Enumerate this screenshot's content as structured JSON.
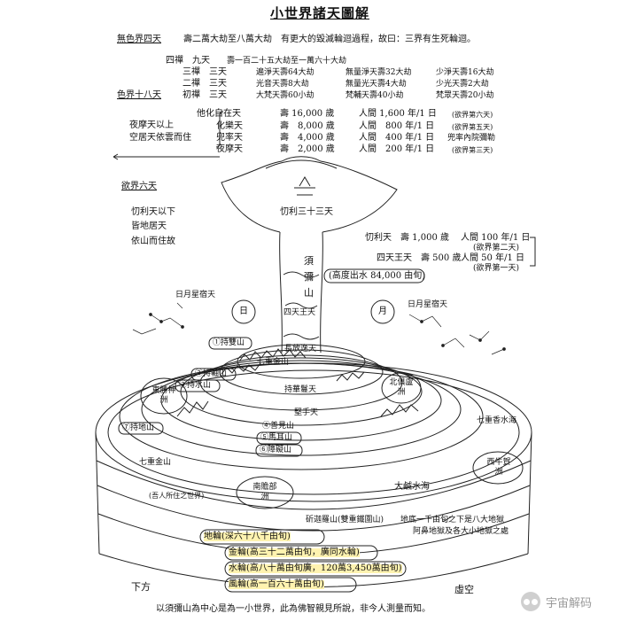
{
  "title": "小世界諸天圖解",
  "formless": {
    "label": "無色界四天",
    "text": "壽二萬大劫至八萬大劫　有更大的毀滅輪迴過程，故曰：三界有生死輪迴。"
  },
  "form_realm": {
    "label": "色界十八天",
    "rows": [
      {
        "name": "四禪　九天",
        "life": "壽一百二十五大劫至一萬六十大劫",
        "a": "",
        "b": ""
      },
      {
        "name": "三禪　三天",
        "life": "遍淨天壽64大劫",
        "a": "無量淨天壽32大劫",
        "b": "少淨天壽16大劫"
      },
      {
        "name": "二禪　三天",
        "life": "光音天壽8大劫",
        "a": "無量光天壽4大劫",
        "b": "少光天壽2大劫"
      },
      {
        "name": "初禪　三天",
        "life": "大梵天壽60小劫",
        "a": "梵輔天壽40小劫",
        "b": "梵眾天壽20小劫"
      }
    ]
  },
  "desire_upper": {
    "side_left_1": "夜摩天以上",
    "side_left_2": "空居天依雲而住",
    "rows": [
      {
        "name": "他化自在天",
        "life": "壽 16,000 歲",
        "human": "人間 1,600 年/1 日",
        "note": "(欲界第六天)"
      },
      {
        "name": "化樂天",
        "life": "壽　8,000 歲",
        "human": "人間　800 年/1 日",
        "note": "(欲界第五天)"
      },
      {
        "name": "兜率天",
        "life": "壽　4,000 歲",
        "human": "人間　400 年/1 日",
        "note": "兜率內院彌勒"
      },
      {
        "name": "夜摩天",
        "life": "壽　2,000 歲",
        "human": "人間　200 年/1 日",
        "note": "(欲界第三天)"
      }
    ]
  },
  "desire_six": {
    "label": "欲界六天",
    "left_1": "忉利天以下",
    "left_2": "皆地居天",
    "left_3": "依山而住故"
  },
  "trayastrimsa": {
    "name": "忉利三十三天",
    "row1": "忉利天　壽 1,000 歲",
    "row1_human": "人間 100 年/1 日",
    "row1_note": "(欲界第二天)",
    "row2": "四天王天　壽 500 歲",
    "row2_human": "人間 50 年/1 日",
    "row2_note": "(欲界第一天)"
  },
  "sumeru": {
    "ch1": "須",
    "ch2": "彌",
    "ch3": "山",
    "height": "(高度出水 84,000 由旬)"
  },
  "sky": {
    "stars_left": "日月星宿天",
    "stars_right": "日月星宿天",
    "sun": "日",
    "moon": "月",
    "four_kings": "四天王天",
    "changfang": "長放逸天",
    "chihua": "持華鬘天",
    "jianshou": "堅手天"
  },
  "mountains": {
    "m1": "①持雙山",
    "m2": "②持軸山",
    "m3": "③持水山",
    "m4": "④善見山",
    "m5": "⑤馬耳山",
    "m6": "⑥障礙山",
    "m7": "⑦持地山",
    "seven_gold": "七重金山",
    "seven_gold2": "七重金山",
    "seven_fragrant": "七重香水海"
  },
  "continents": {
    "east": "東勝神洲",
    "north": "北俱盧洲",
    "west": "西牛賀洲",
    "south": "南贍部洲",
    "human_world": "(吾人所住之世界)",
    "salt_sea": "大鹹水海",
    "iron_mountain": "斫迦羅山(雙重鐵圍山)",
    "hell": "地底一千由旬之下是八大地獄",
    "hell2": "阿鼻地獄及各大小地獄之處"
  },
  "layers": {
    "earth": "地輪(深六十八千由旬)",
    "gold": "金輪(高三十二萬由旬，廣同水輪)",
    "water": "水輪(高八十萬由旬廣，120萬3,450萬由旬)",
    "wind": "風輪(高一百六十萬由旬)"
  },
  "bottom": {
    "below": "下方",
    "void": "虛空",
    "caption": "以須彌山為中心是為一小世界，此為佛智親見所說，非今人測量而知。"
  },
  "watermark": {
    "icon": "wechat-icon",
    "text": "宇宙解码"
  }
}
